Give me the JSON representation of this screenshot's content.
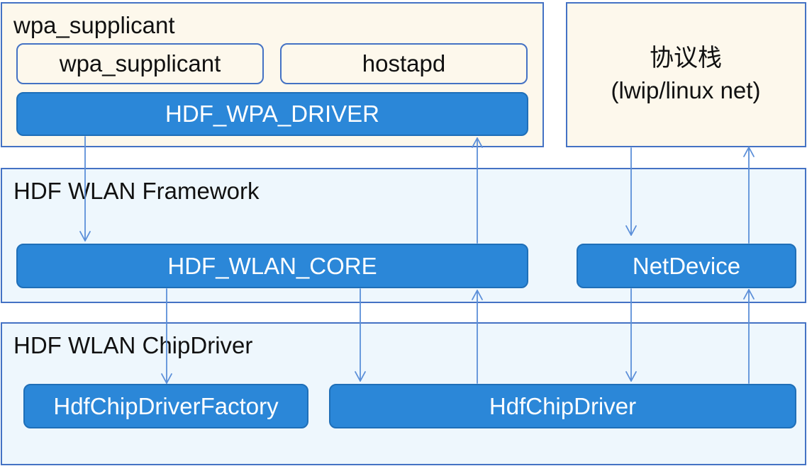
{
  "supplicant_panel": {
    "title": "wpa_supplicant",
    "wpa_supplicant_label": "wpa_supplicant",
    "hostapd_label": "hostapd",
    "hdf_wpa_driver_label": "HDF_WPA_DRIVER"
  },
  "protocol_stack": {
    "line1": "协议栈",
    "line2": "(lwip/linux net)"
  },
  "framework_panel": {
    "title": "HDF WLAN Framework",
    "core_label": "HDF_WLAN_CORE",
    "netdevice_label": "NetDevice"
  },
  "chipdriver_panel": {
    "title": "HDF WLAN ChipDriver",
    "factory_label": "HdfChipDriverFactory",
    "chipdriver_label": "HdfChipDriver"
  },
  "colors": {
    "border": "#4472c4",
    "box_blue": "#2b87d8",
    "cream": "#fdf8ec",
    "ice": "#eef7fd",
    "arrow": "#5b8fd9"
  }
}
